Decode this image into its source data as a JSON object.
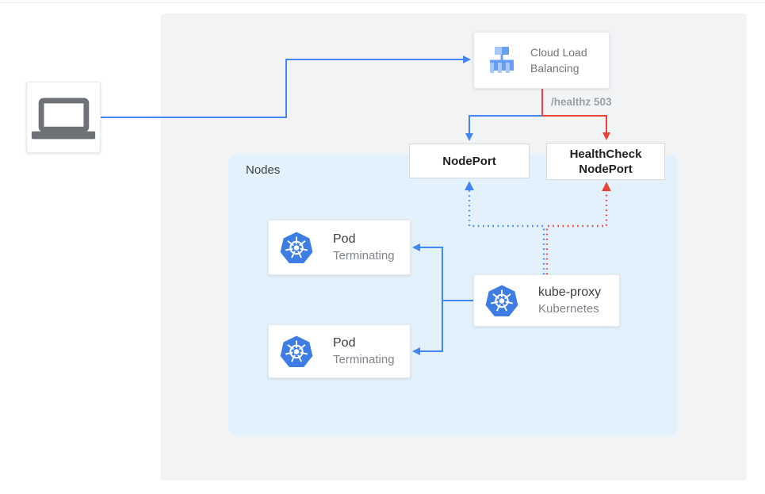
{
  "colors": {
    "blue": "#4285F4",
    "red": "#EA4335",
    "k8s_blue": "#3D7DE4",
    "lb_light": "#A8C7FA",
    "lb_medium": "#669DF6",
    "laptop_gray": "#6E7277",
    "panel_bg": "#F2F3F4",
    "nodes_bg": "#E3F1FD"
  },
  "client": {
    "icon": "laptop-icon"
  },
  "cloud_load_balancing": {
    "title": "Cloud Load Balancing",
    "icon": "load-balancer-icon"
  },
  "edges": {
    "healthz_label": "/healthz 503"
  },
  "node_port": {
    "label": "NodePort"
  },
  "health_check_node_port": {
    "label": "HealthCheck NodePort"
  },
  "nodes_group": {
    "label": "Nodes"
  },
  "pods": [
    {
      "title": "Pod",
      "status": "Terminating",
      "icon": "kubernetes-icon"
    },
    {
      "title": "Pod",
      "status": "Terminating",
      "icon": "kubernetes-icon"
    }
  ],
  "kube_proxy": {
    "title": "kube-proxy",
    "subtitle": "Kubernetes",
    "icon": "kubernetes-icon"
  }
}
